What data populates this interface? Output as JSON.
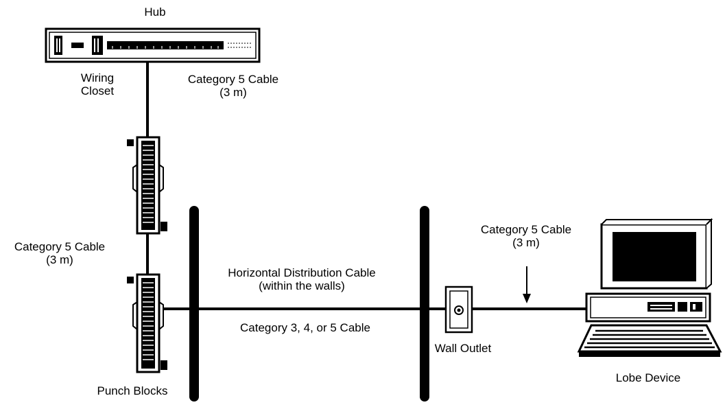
{
  "labels": {
    "hub": "Hub",
    "wiring_closet_line1": "Wiring",
    "wiring_closet_line2": "Closet",
    "cable_top_line1": "Category 5 Cable",
    "cable_top_line2": "(3 m)",
    "cable_left_line1": "Category 5 Cable",
    "cable_left_line2": "(3 m)",
    "horizontal_line1": "Horizontal Distribution Cable",
    "horizontal_line2": "(within the walls)",
    "cat345": "Category 3, 4, or 5 Cable",
    "cable_right_line1": "Category 5 Cable",
    "cable_right_line2": "(3 m)",
    "wall_outlet": "Wall Outlet",
    "punch_blocks": "Punch Blocks",
    "lobe_device": "Lobe Device"
  },
  "icons": [
    "hub-icon",
    "punch-block-icon",
    "wall-outlet-icon",
    "computer-icon",
    "keyboard-icon"
  ],
  "colors": {
    "stroke": "#000000",
    "background": "#ffffff"
  }
}
